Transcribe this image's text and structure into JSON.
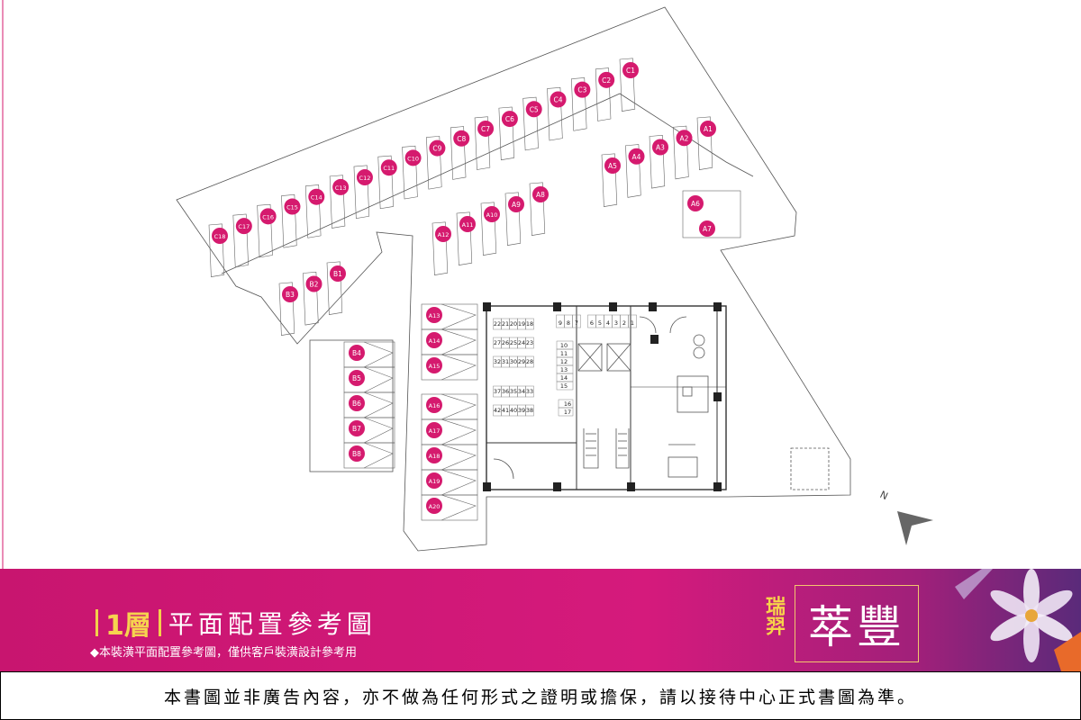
{
  "spots": {
    "C": [
      "C1",
      "C2",
      "C3",
      "C4",
      "C5",
      "C6",
      "C7",
      "C8",
      "C9",
      "C10",
      "C11",
      "C12",
      "C13",
      "C14",
      "C15",
      "C16",
      "C17",
      "C18"
    ],
    "A_top": [
      "A1",
      "A2",
      "A3",
      "A4",
      "A5"
    ],
    "A_small": [
      "A6",
      "A7"
    ],
    "A_mid": [
      "A8",
      "A9",
      "A10",
      "A11",
      "A12"
    ],
    "A_left": [
      "A13",
      "A14",
      "A15",
      "A16",
      "A17",
      "A18",
      "A19",
      "A20"
    ],
    "B_top": [
      "B1",
      "B2",
      "B3"
    ],
    "B_left": [
      "B4",
      "B5",
      "B6",
      "B7",
      "B8"
    ]
  },
  "lockers": [
    [
      "22",
      "21",
      "20",
      "19",
      "18"
    ],
    [
      "27",
      "26",
      "25",
      "24",
      "23"
    ],
    [
      "32",
      "31",
      "30",
      "29",
      "28"
    ],
    [
      "37",
      "36",
      "35",
      "34",
      "33"
    ],
    [
      "42",
      "41",
      "40",
      "39",
      "38"
    ]
  ],
  "lockers_top": [
    "9",
    "8",
    "7",
    "6",
    "5",
    "4",
    "3",
    "2",
    "1"
  ],
  "lockers_col": [
    "10",
    "11",
    "12",
    "13",
    "14",
    "15"
  ],
  "lockers_col2": [
    "16",
    "17"
  ],
  "banner": {
    "floor": "1層",
    "title": "平面配置參考圖",
    "subtitle": "◆本裝潢平面配置參考圖，僅供客戶裝潢設計參考用",
    "brand_small": "瑞羿",
    "brand_big": "萃豐"
  },
  "disclaimer": "本書圖並非廣告內容，亦不做為任何形式之證明或擔保，請以接待中心正式書圖為準。",
  "colors": {
    "spot": "#d51a6e",
    "banner": "#d01978",
    "gold": "#f3d04a"
  }
}
